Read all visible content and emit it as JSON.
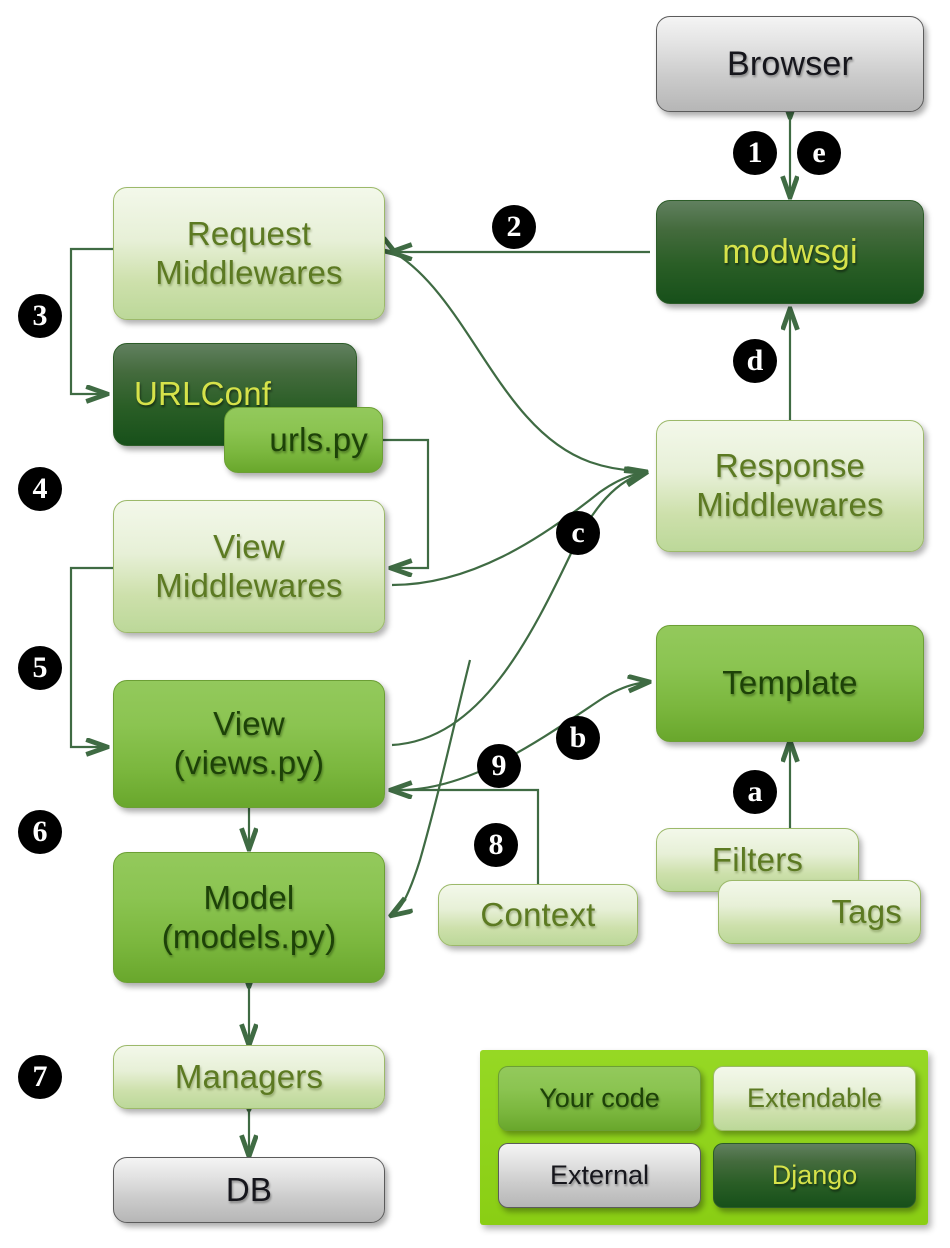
{
  "title": "Django request/response cycle diagram",
  "nodes": {
    "browser": {
      "label": "Browser",
      "style": "external"
    },
    "modwsgi": {
      "label": "modwsgi",
      "style": "django"
    },
    "request_middlewares": {
      "label": "Request\nMiddlewares",
      "style": "extendable"
    },
    "urlconf": {
      "label": "URLConf",
      "style": "django"
    },
    "urls_py": {
      "label": "urls.py",
      "style": "yourcode"
    },
    "view_middlewares": {
      "label": "View\nMiddlewares",
      "style": "extendable"
    },
    "view": {
      "label": "View\n(views.py)",
      "style": "yourcode"
    },
    "model": {
      "label": "Model\n(models.py)",
      "style": "yourcode"
    },
    "managers": {
      "label": "Managers",
      "style": "extendable"
    },
    "db": {
      "label": "DB",
      "style": "external"
    },
    "response_middlewares": {
      "label": "Response\nMiddlewares",
      "style": "extendable"
    },
    "template": {
      "label": "Template",
      "style": "yourcode"
    },
    "filters": {
      "label": "Filters",
      "style": "extendable"
    },
    "tags": {
      "label": "Tags",
      "style": "extendable"
    },
    "context": {
      "label": "Context",
      "style": "extendable"
    }
  },
  "badges": {
    "b1": "1",
    "be": "e",
    "b2": "2",
    "b3": "3",
    "b4": "4",
    "b5": "5",
    "b6": "6",
    "b7": "7",
    "b8": "8",
    "b9": "9",
    "ba": "a",
    "bb": "b",
    "bc": "c",
    "bd": "d"
  },
  "legend": {
    "items": [
      {
        "label": "Your code",
        "style": "yourcode"
      },
      {
        "label": "Extendable",
        "style": "extendable"
      },
      {
        "label": "External",
        "style": "external"
      },
      {
        "label": "Django",
        "style": "django"
      }
    ]
  },
  "colors": {
    "wire": "#3f6b43",
    "legend_background": "#8cd119",
    "django_fill_dark": "#17501a",
    "django_text": "#d6e24a",
    "yourcode_fill": "#7bb73e",
    "yourcode_text": "#1d4208",
    "extendable_fill": "#cde0ab",
    "extendable_text": "#5c7a22",
    "external_fill": "#cccccc",
    "external_text": "#16161c",
    "badge_fill": "#000000",
    "badge_text": "#ffffff"
  }
}
